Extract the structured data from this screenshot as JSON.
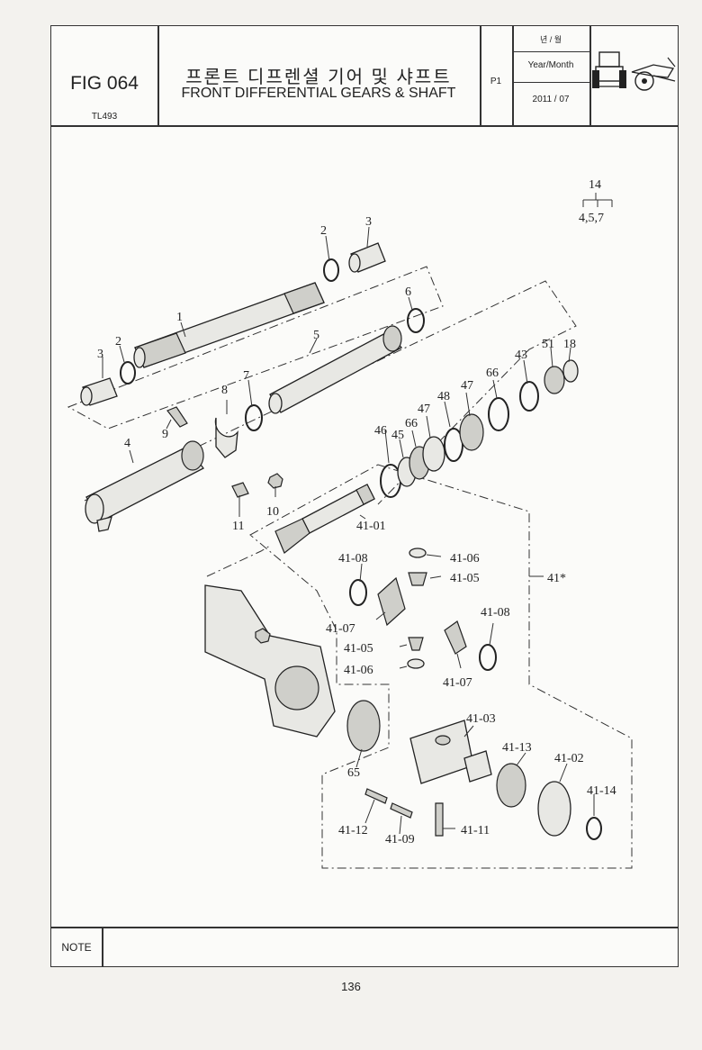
{
  "header": {
    "fig_code": "FIG 064",
    "model": "TL493",
    "title_kr": "프론트 디프렌셜 기어 및 샤프트",
    "title_en": "FRONT DIFFERENTIAL GEARS & SHAFT",
    "page_label": "P1",
    "year_month_kr": "년 / 월",
    "year_month_en": "Year/Month",
    "year_month_value": "2011 / 07"
  },
  "kit": {
    "number": "14",
    "contents": "4,5,7"
  },
  "parts": {
    "p1": "1",
    "p2a": "2",
    "p2b": "2",
    "p3a": "3",
    "p3b": "3",
    "p4": "4",
    "p5": "5",
    "p6": "6",
    "p7": "7",
    "p8": "8",
    "p9": "9",
    "p10": "10",
    "p11": "11",
    "p18": "18",
    "p43": "43",
    "p45": "45",
    "p46": "46",
    "p47a": "47",
    "p47b": "47",
    "p48": "48",
    "p51": "51",
    "p65": "65",
    "p66a": "66",
    "p66b": "66",
    "p41": "41*",
    "p41_01": "41-01",
    "p41_02": "41-02",
    "p41_03": "41-03",
    "p41_05a": "41-05",
    "p41_05b": "41-05",
    "p41_06a": "41-06",
    "p41_06b": "41-06",
    "p41_07a": "41-07",
    "p41_07b": "41-07",
    "p41_08a": "41-08",
    "p41_08b": "41-08",
    "p41_09": "41-09",
    "p41_11": "41-11",
    "p41_12": "41-12",
    "p41_13": "41-13",
    "p41_14": "41-14"
  },
  "footer": {
    "note_label": "NOTE",
    "page_number": "136"
  },
  "icons": {
    "tractor": "tractor-front-icon",
    "axle": "front-axle-icon"
  }
}
